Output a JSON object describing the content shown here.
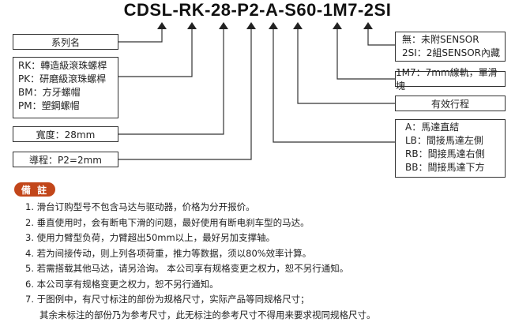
{
  "model_code": "CDSL-RK-28-P2-A-S60-1M7-2SI",
  "left_boxes": {
    "series_name": "系列名",
    "series_list": [
      "RK：轉造級滾珠螺桿",
      "PK：研磨級滾珠螺桿",
      "BM：方牙螺帽",
      "PM：塑鋼螺帽"
    ],
    "width": "寬度：28mm",
    "lead": "導程：P2=2mm"
  },
  "right_boxes": {
    "sensor": [
      "無：未附SENSOR",
      "2SI：2組SENSOR內藏"
    ],
    "rail": "1M7：7mm線軌，單滑塊",
    "stroke": "有效行程",
    "motor": [
      "A：馬達直結",
      "LB：間接馬達左側",
      "RB：間接馬達右側",
      "BB：間接馬達下方"
    ]
  },
  "notes_title": "備 註",
  "notes": [
    "1. 滑台订购型号不包含马达与驱动器，价格为分开报价。",
    "2. 垂直使用时，会有断电下滑的问题，最好使用有断电刹车型的马达。",
    "3. 使用力臂型负荷，力臂超出50mm以上，最好另加支撑轴。",
    "4. 若为间接传动，则上列各项荷重，推力等数据，须以80%效率计算。",
    "5. 若需搭载其他马达，请另洽询。 本公司享有规格变更之权力，恕不另行通知。",
    "6. 本公司享有规格变更之权力，恕不另行通知。",
    "7. 于图例中，有尺寸标注的部份为规格尺寸，实际产品等同规格尺寸；"
  ],
  "notes_continuation": "其余未标注的部份乃为参考尺寸，此无标注的参考尺寸不得用来要求视同规格尺寸。",
  "colors": {
    "badge": "#c2461a",
    "lines": "#333333"
  }
}
